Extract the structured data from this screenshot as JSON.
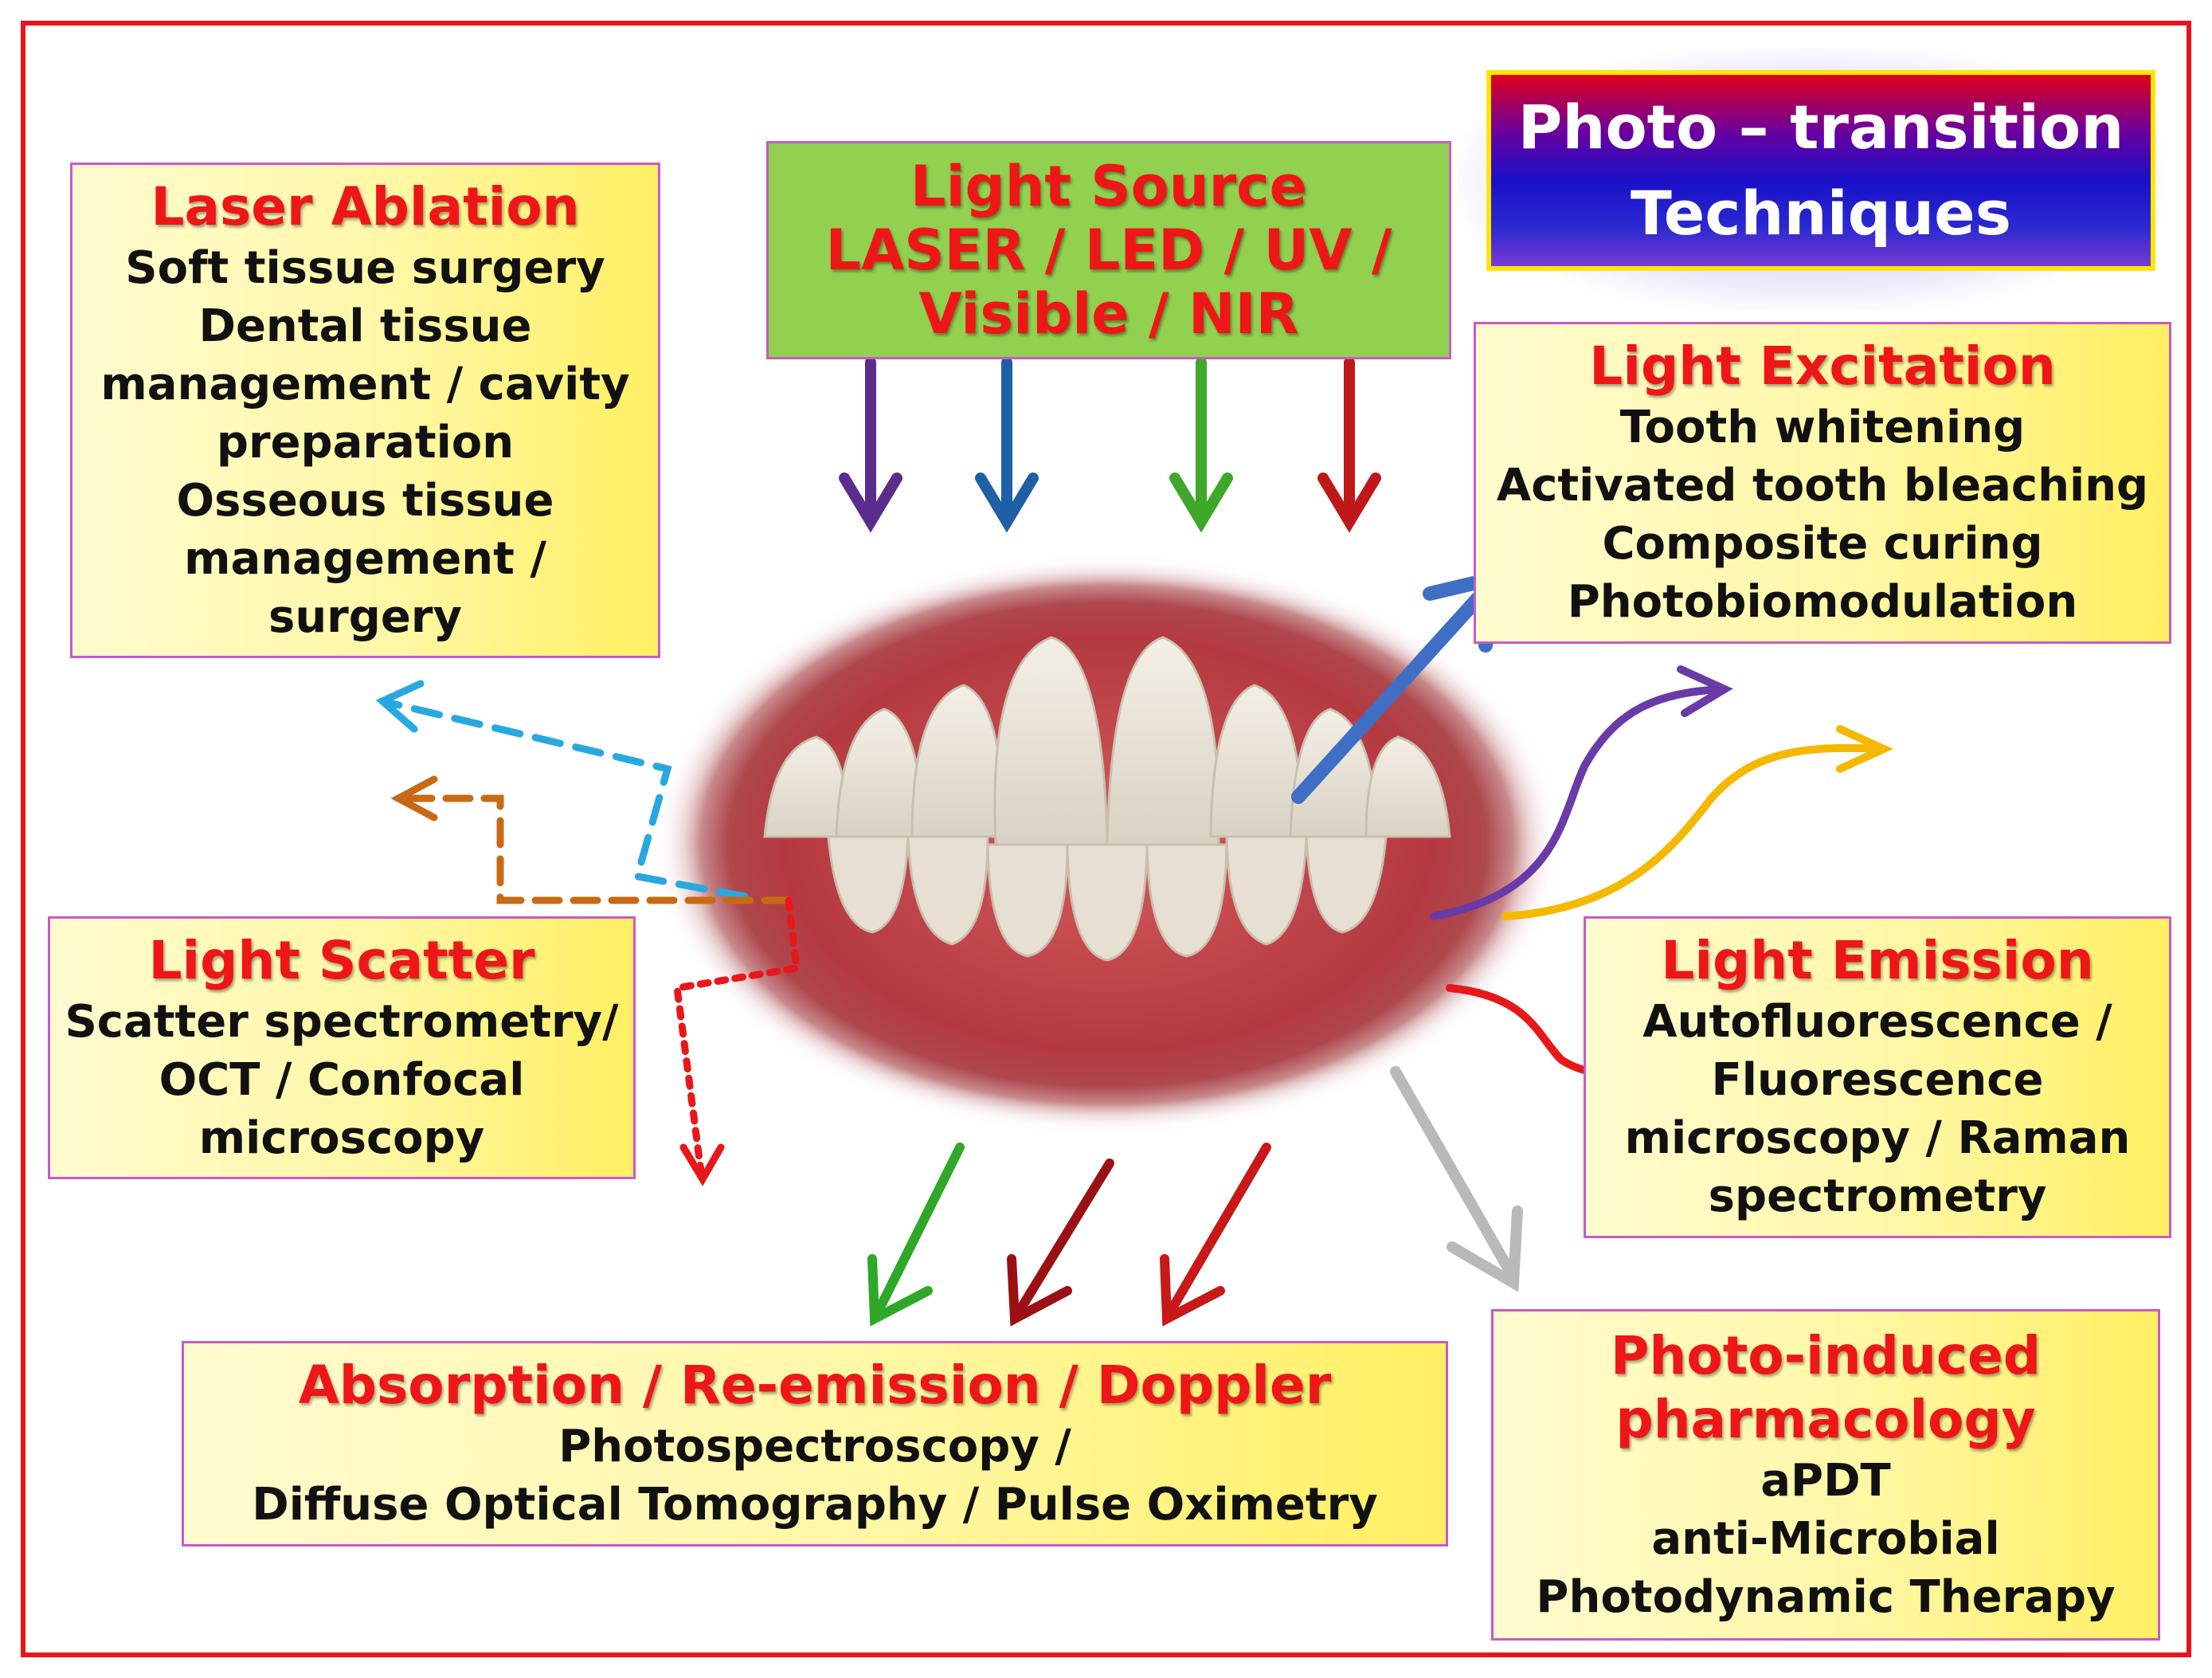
{
  "header": {
    "lines": [
      "Photo – transition",
      "Techniques"
    ]
  },
  "source": {
    "title_lines": [
      "Light Source",
      "LASER / LED / UV /",
      "Visible / NIR"
    ]
  },
  "laser_ablation": {
    "title": "Laser Ablation",
    "lines": [
      "Soft tissue surgery",
      "Dental tissue",
      "management / cavity",
      "preparation",
      "Osseous tissue",
      "management /",
      "surgery"
    ]
  },
  "light_excitation": {
    "title": "Light Excitation",
    "lines": [
      "Tooth whitening",
      "Activated tooth bleaching",
      "Composite curing",
      "Photobiomodulation"
    ]
  },
  "light_scatter": {
    "title": "Light Scatter",
    "lines": [
      "Scatter spectrometry/",
      "OCT / Confocal",
      "microscopy"
    ]
  },
  "light_emission": {
    "title": "Light Emission",
    "lines": [
      "Autofluorescence /",
      "Fluorescence",
      "microscopy / Raman",
      "spectrometry"
    ]
  },
  "absorption": {
    "title": "Absorption / Re-emission / Doppler",
    "lines": [
      "Photospectroscopy /",
      "Diffuse Optical Tomography / Pulse Oximetry"
    ]
  },
  "pharmacology": {
    "title_lines": [
      "Photo-induced",
      "pharmacology"
    ],
    "lines": [
      "aPDT",
      "anti-Microbial",
      "Photodynamic Therapy"
    ]
  }
}
